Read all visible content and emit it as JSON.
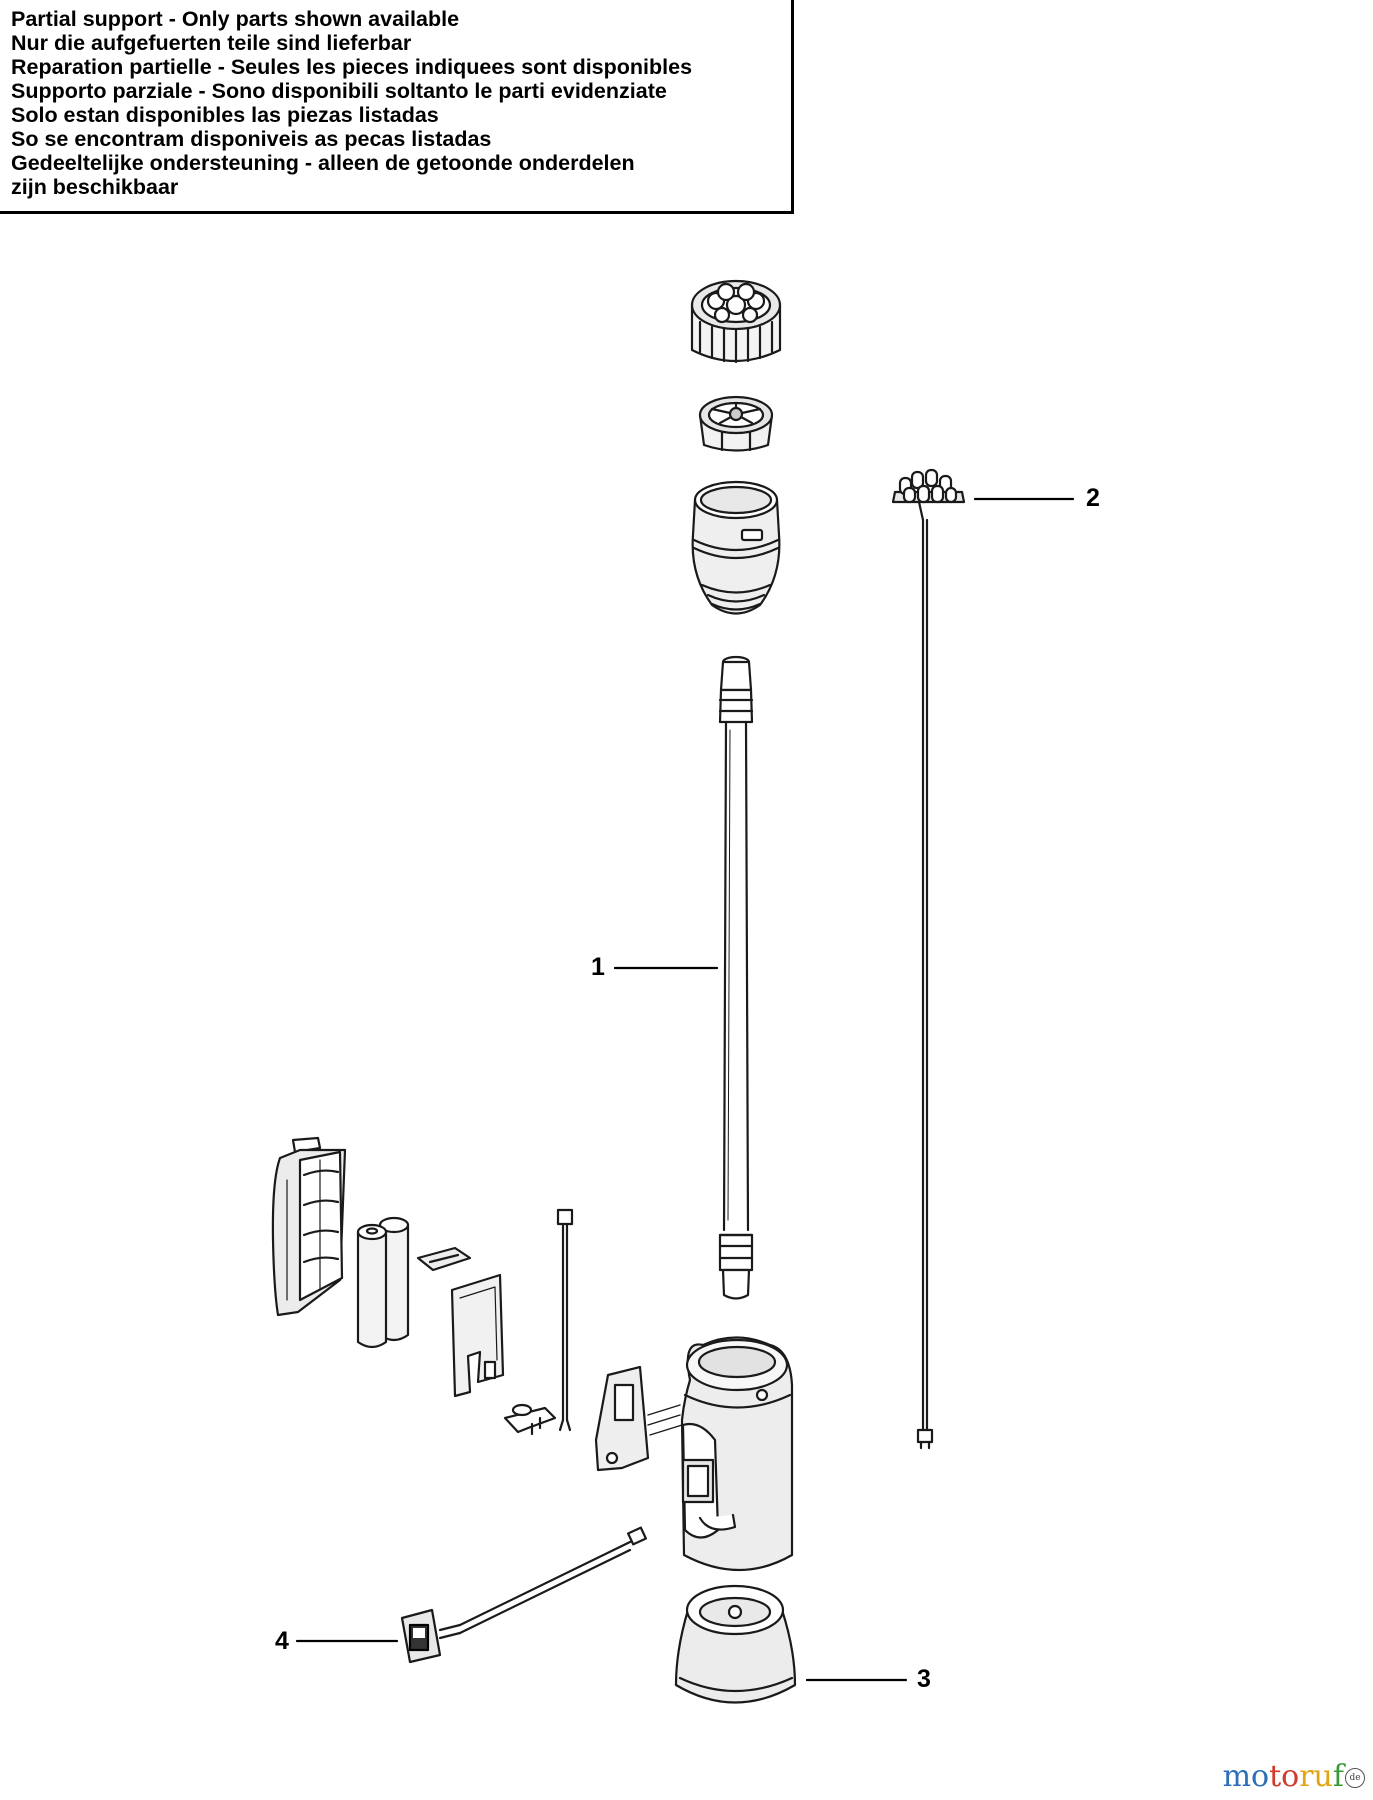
{
  "notice": {
    "lines": [
      "Partial support - Only parts shown available",
      "Nur die aufgefuerten teile sind lieferbar",
      "Reparation partielle - Seules les pieces indiquees sont disponibles",
      "Supporto parziale - Sono disponibili soltanto le parti evidenziate",
      "Solo estan disponibles las piezas listadas",
      "So se encontram disponiveis as pecas listadas",
      "Gedeeltelijke ondersteuning - alleen de getoonde onderdelen",
      "zijn beschikbaar"
    ]
  },
  "callouts": {
    "part1": "1",
    "part2": "2",
    "part3": "3",
    "part4": "4"
  },
  "watermark": {
    "text": "motoruf",
    "seal": "de"
  }
}
